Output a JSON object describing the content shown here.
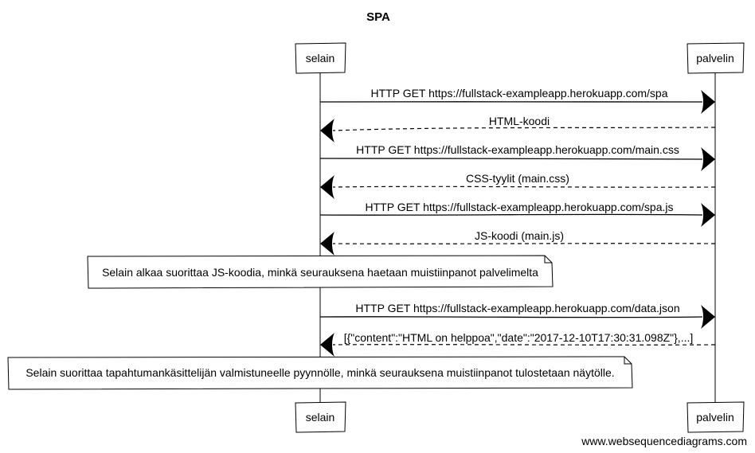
{
  "title": "SPA",
  "participants": [
    "selain",
    "palvelin"
  ],
  "messages": [
    {
      "from": "selain",
      "to": "palvelin",
      "style": "solid",
      "label": "HTTP GET https://fullstack-exampleapp.herokuapp.com/spa"
    },
    {
      "from": "palvelin",
      "to": "selain",
      "style": "dashed",
      "label": "HTML-koodi"
    },
    {
      "from": "selain",
      "to": "palvelin",
      "style": "solid",
      "label": "HTTP GET https://fullstack-exampleapp.herokuapp.com/main.css"
    },
    {
      "from": "palvelin",
      "to": "selain",
      "style": "dashed",
      "label": "CSS-tyylit (main.css)"
    },
    {
      "from": "selain",
      "to": "palvelin",
      "style": "solid",
      "label": "HTTP GET https://fullstack-exampleapp.herokuapp.com/spa.js"
    },
    {
      "from": "palvelin",
      "to": "selain",
      "style": "dashed",
      "label": "JS-koodi (main.js)"
    },
    {
      "from": "selain",
      "to": "palvelin",
      "style": "solid",
      "label": "HTTP GET https://fullstack-exampleapp.herokuapp.com/data.json"
    },
    {
      "from": "palvelin",
      "to": "selain",
      "style": "dashed",
      "label": "[{\"content\":\"HTML on helppoa\",\"date\":\"2017-12-10T17:30:31.098Z\"},...]"
    }
  ],
  "notes": [
    {
      "text": "Selain alkaa suorittaa JS-koodia, minkä seurauksena haetaan muistiinpanot palvelimelta"
    },
    {
      "text": "Selain suorittaa tapahtumankäsittelijän valmistuneelle pyynnölle, minkä seurauksena muistiinpanot tulostetaan näytölle."
    }
  ],
  "credit": "www.websequencediagrams.com"
}
